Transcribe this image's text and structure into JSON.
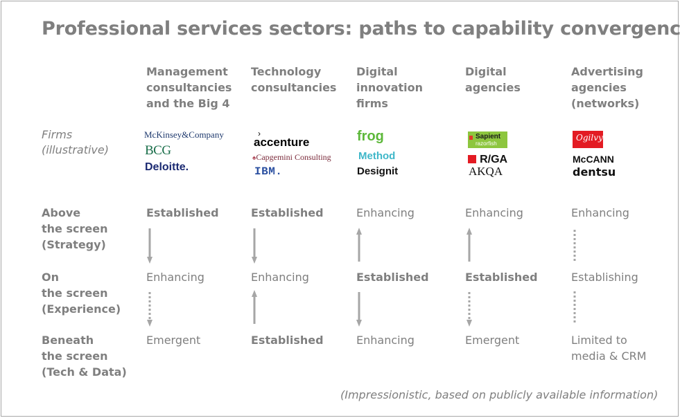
{
  "title": "Professional services sectors: paths to capability convergence",
  "firms_label": [
    "Firms",
    "(illustrative)"
  ],
  "columns": [
    {
      "header": [
        "Management",
        "consultancies",
        "and the Big 4"
      ],
      "firms": [
        "McKinsey&Company",
        "BCG",
        "Deloitte."
      ],
      "above": "Established",
      "on": "Enhancing",
      "beneath": [
        "Emergent"
      ]
    },
    {
      "header": [
        "Technology",
        "consultancies"
      ],
      "firms": [
        "accenture",
        "Capgemini Consulting",
        "IBM."
      ],
      "above": "Established",
      "on": "Enhancing",
      "beneath": [
        "Established"
      ]
    },
    {
      "header": [
        "Digital",
        "innovation",
        "firms"
      ],
      "firms": [
        "frog",
        "Method",
        "Designit"
      ],
      "above": "Enhancing",
      "on": "Established",
      "beneath": [
        "Enhancing"
      ]
    },
    {
      "header": [
        "Digital",
        "agencies"
      ],
      "firms": [
        "Sapient",
        "razorfish",
        "R/GA",
        "AKQA"
      ],
      "above": "Enhancing",
      "on": "Established",
      "beneath": [
        "Emergent"
      ]
    },
    {
      "header": [
        "Advertising",
        "agencies",
        "(networks)"
      ],
      "firms": [
        "Ogilvy",
        "McCANN",
        "dentsu"
      ],
      "above": "Enhancing",
      "on": "Establishing",
      "beneath": [
        "Limited to",
        "media & CRM"
      ]
    }
  ],
  "rows": {
    "above": [
      "Above",
      "the screen",
      "(Strategy)"
    ],
    "on": [
      "On",
      "the screen",
      "(Experience)"
    ],
    "beneath": [
      "Beneath",
      "the screen",
      "(Tech & Data)"
    ]
  },
  "footnote": "(Impressionistic, based on publicly available information)",
  "colors": {
    "text": "#7f7f7f",
    "arrow": "#a6a6a6",
    "border": "#a6a6a6"
  }
}
